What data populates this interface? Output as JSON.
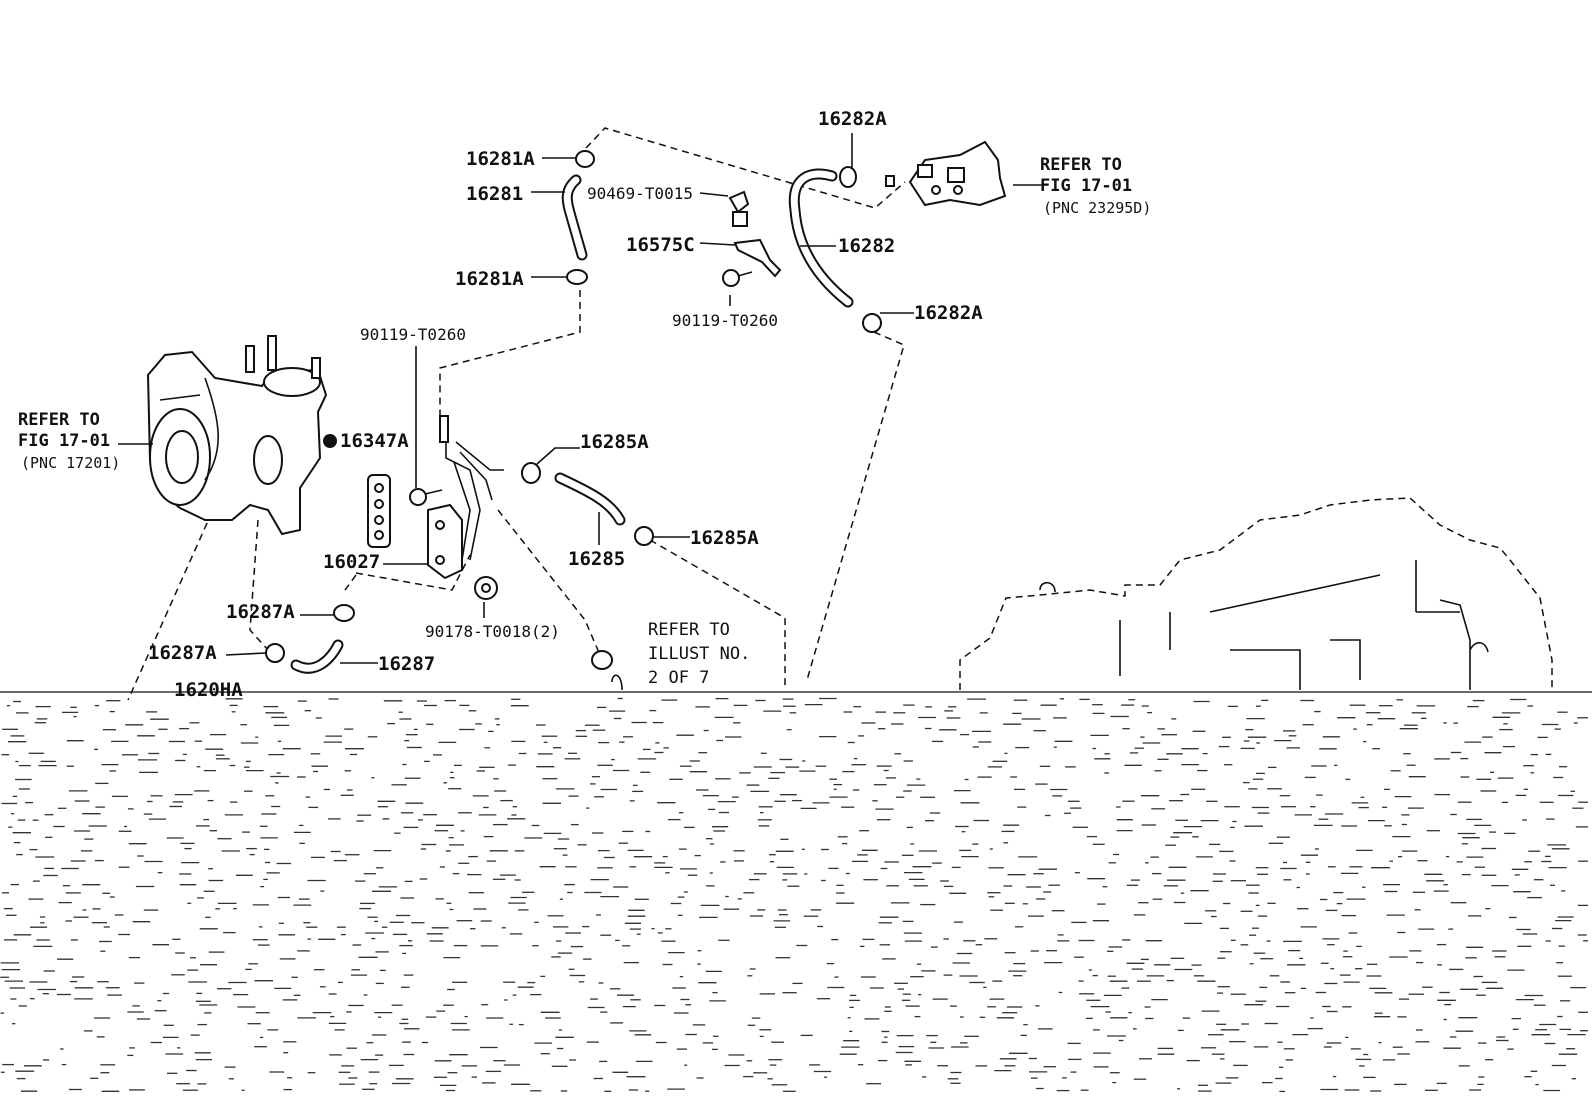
{
  "labels": {
    "p16282A_top": "16282A",
    "p16281A_top": "16281A",
    "p16281": "16281",
    "p90469": "90469-T0015",
    "p16575C": "16575C",
    "p16282": "16282",
    "p16281A_bot": "16281A",
    "p90119_right": "90119-T0260",
    "p16282A_bot": "16282A",
    "p90119_left": "90119-T0260",
    "p16347A": "16347A",
    "p16285A_top": "16285A",
    "p16285A_bot": "16285A",
    "p16285": "16285",
    "p16027": "16027",
    "p16287A_top": "16287A",
    "p90178": "90178-T0018(2)",
    "p16287A_bot": "16287A",
    "p16287": "16287",
    "p16280A_partial": "1620HA"
  },
  "refs": {
    "top_right": {
      "line1": "REFER TO",
      "line2": "FIG 17-01",
      "line3": "(PNC 23295D)"
    },
    "left": {
      "line1": "REFER TO",
      "line2": "FIG 17-01",
      "line3": "(PNC 17201)"
    },
    "illust": {
      "line1": "REFER TO",
      "line2": "ILLUST NO.",
      "line3": "2 OF 7"
    }
  },
  "colors": {
    "ink": "#111111",
    "background": "#ffffff"
  }
}
